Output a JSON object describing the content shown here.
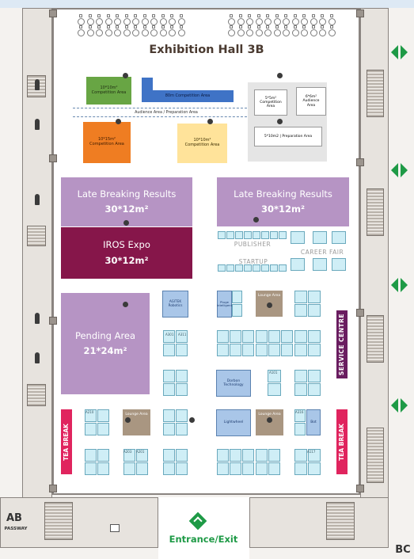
{
  "hall_title": "Exhibition Hall 3B",
  "top_areas": {
    "comp_10x10_a": "10*10m²\nCompetition Area",
    "comp_80m": "80m Competition Area",
    "comp_5x5": "5*5m²\nCompetition\nArea",
    "audience_6x6": "6*6m²\nAudience\nArea",
    "audience_prep": "Audience Area / Preparation Area",
    "comp_10x15": "10*15m²\nCompetition Area",
    "comp_10x10_b": "10*10m²\nCompetition Area",
    "prep_5x10": "5*10m2 | Preparation Area"
  },
  "blocks": {
    "lbr_left_title": "Late Breaking Results",
    "lbr_left_size": "30*12m²",
    "lbr_right_title": "Late Breaking Results",
    "lbr_right_size": "30*12m²",
    "iros_title": "IROS Expo",
    "iros_size": "30*12m²",
    "pending_title": "Pending Area",
    "pending_size": "21*24m²"
  },
  "zones": {
    "publisher": "PUBLISHER",
    "startup": "STARTUP",
    "career_fair": "CAREER FAIR",
    "service_centre": "SERVICE CENTRE",
    "tea_break_left": "TEA BREAK",
    "tea_break_right": "TEA BREAK",
    "lounge_1": "Lounge Area",
    "lounge_2": "Lounge Area",
    "lounge_3": "Lounge Area"
  },
  "exhibitors": {
    "agitek": "AGITEK\nRobotics",
    "ptuge": "Ptuge\nIntelligent",
    "dorbon": "Dorbon Technology",
    "lightwheel": "Lightwheel",
    "bot": "Bot"
  },
  "booth_codes": {
    "a1": "A301",
    "a2": "A311",
    "a3": "A203",
    "a4": "A201",
    "a5": "A210",
    "a6": "A316",
    "a7": "A101",
    "a8": "A117"
  },
  "entrance": "Entrance/Exit",
  "corner_left": "AB",
  "corner_left_sub": "PASSWAY",
  "corner_right": "BC",
  "colors": {
    "purple_light": "#b694c4",
    "maroon": "#86164a",
    "green": "#68a544",
    "blue": "#3f73c6",
    "orange": "#ef7d22",
    "yellow": "#ffe39a",
    "gray_box": "#e5e5e5",
    "tan": "#a99681",
    "red": "#e0245e",
    "service": "#6a1d60",
    "exit_green": "#1e9a46"
  }
}
